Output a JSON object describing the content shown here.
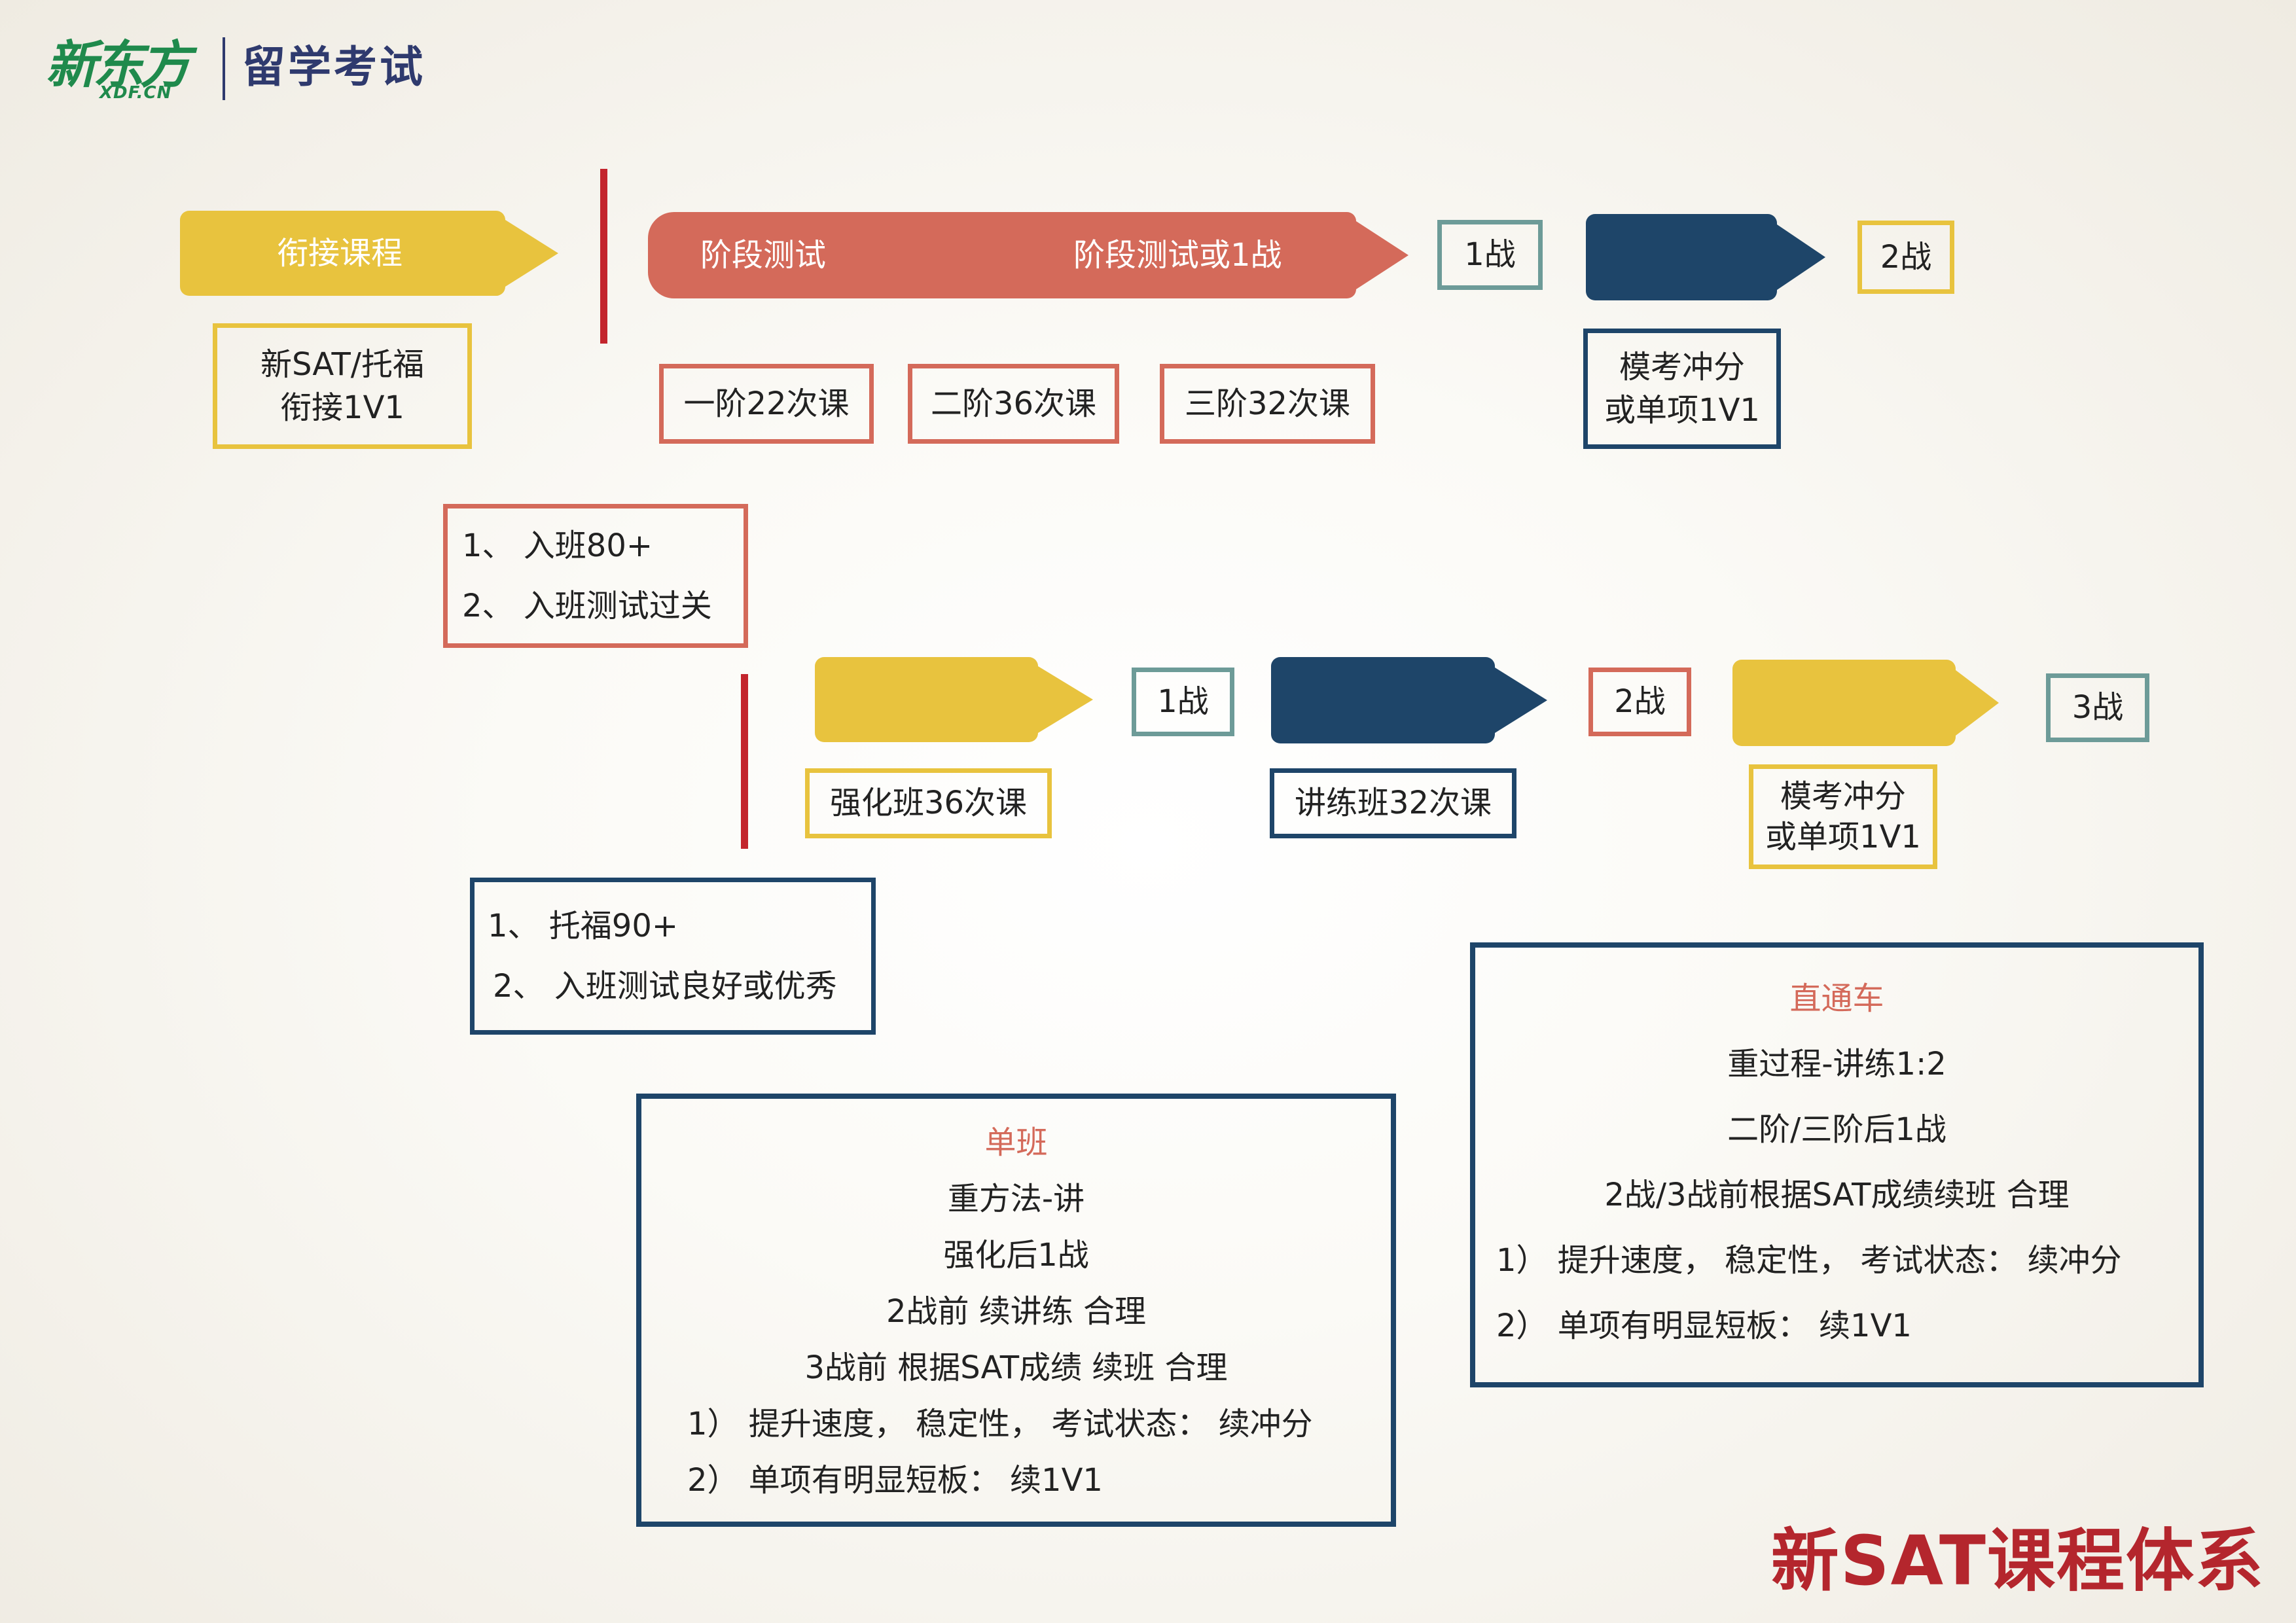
{
  "logo": {
    "brand": "新东方",
    "domain": "XDF.CN",
    "division": "留学考试"
  },
  "row1": {
    "bridge_pencil_label": "衔接课程",
    "bridge_box": [
      "新SAT/托福",
      "衔接1V1"
    ],
    "stage_pencil_label_a": "阶段测试",
    "stage_pencil_label_b": "阶段测试或1战",
    "stage_boxes": [
      "一阶22次课",
      "二阶36次课",
      "三阶32次课"
    ],
    "attempt1": "1战",
    "mock_box": [
      "模考冲分",
      "或单项1V1"
    ],
    "attempt2": "2战"
  },
  "entry1": [
    "1、 入班80+",
    "2、 入班测试过关"
  ],
  "row2": {
    "intensive_box": "强化班36次课",
    "attempt1": "1战",
    "practice_box": "讲练班32次课",
    "attempt2": "2战",
    "mock_box": [
      "模考冲分",
      "或单项1V1"
    ],
    "attempt3": "3战"
  },
  "entry2": [
    "1、 托福90+",
    "2、 入班测试良好或优秀"
  ],
  "single_class": {
    "title": "单班",
    "lines": [
      "重方法-讲",
      "强化后1战",
      "2战前 续讲练 合理",
      "3战前 根据SAT成绩 续班 合理"
    ],
    "sub_lines": [
      "1） 提升速度， 稳定性， 考试状态： 续冲分",
      "2） 单项有明显短板： 续1V1"
    ]
  },
  "express": {
    "title": "直通车",
    "lines": [
      "重过程-讲练1:2",
      "二阶/三阶后1战",
      "2战/3战前根据SAT成绩续班 合理"
    ],
    "sub_lines": [
      "1） 提升速度， 稳定性， 考试状态： 续冲分",
      "2） 单项有明显短板： 续1V1"
    ]
  },
  "footer_title": "新SAT课程体系",
  "colors": {
    "yellow": "#e8c33e",
    "coral": "#d46a5a",
    "navy": "#1e4569",
    "teal": "#6d9b98",
    "red_line": "#c3252d",
    "brand_green": "#1f8a4c",
    "brand_navy": "#2f3a6e"
  }
}
